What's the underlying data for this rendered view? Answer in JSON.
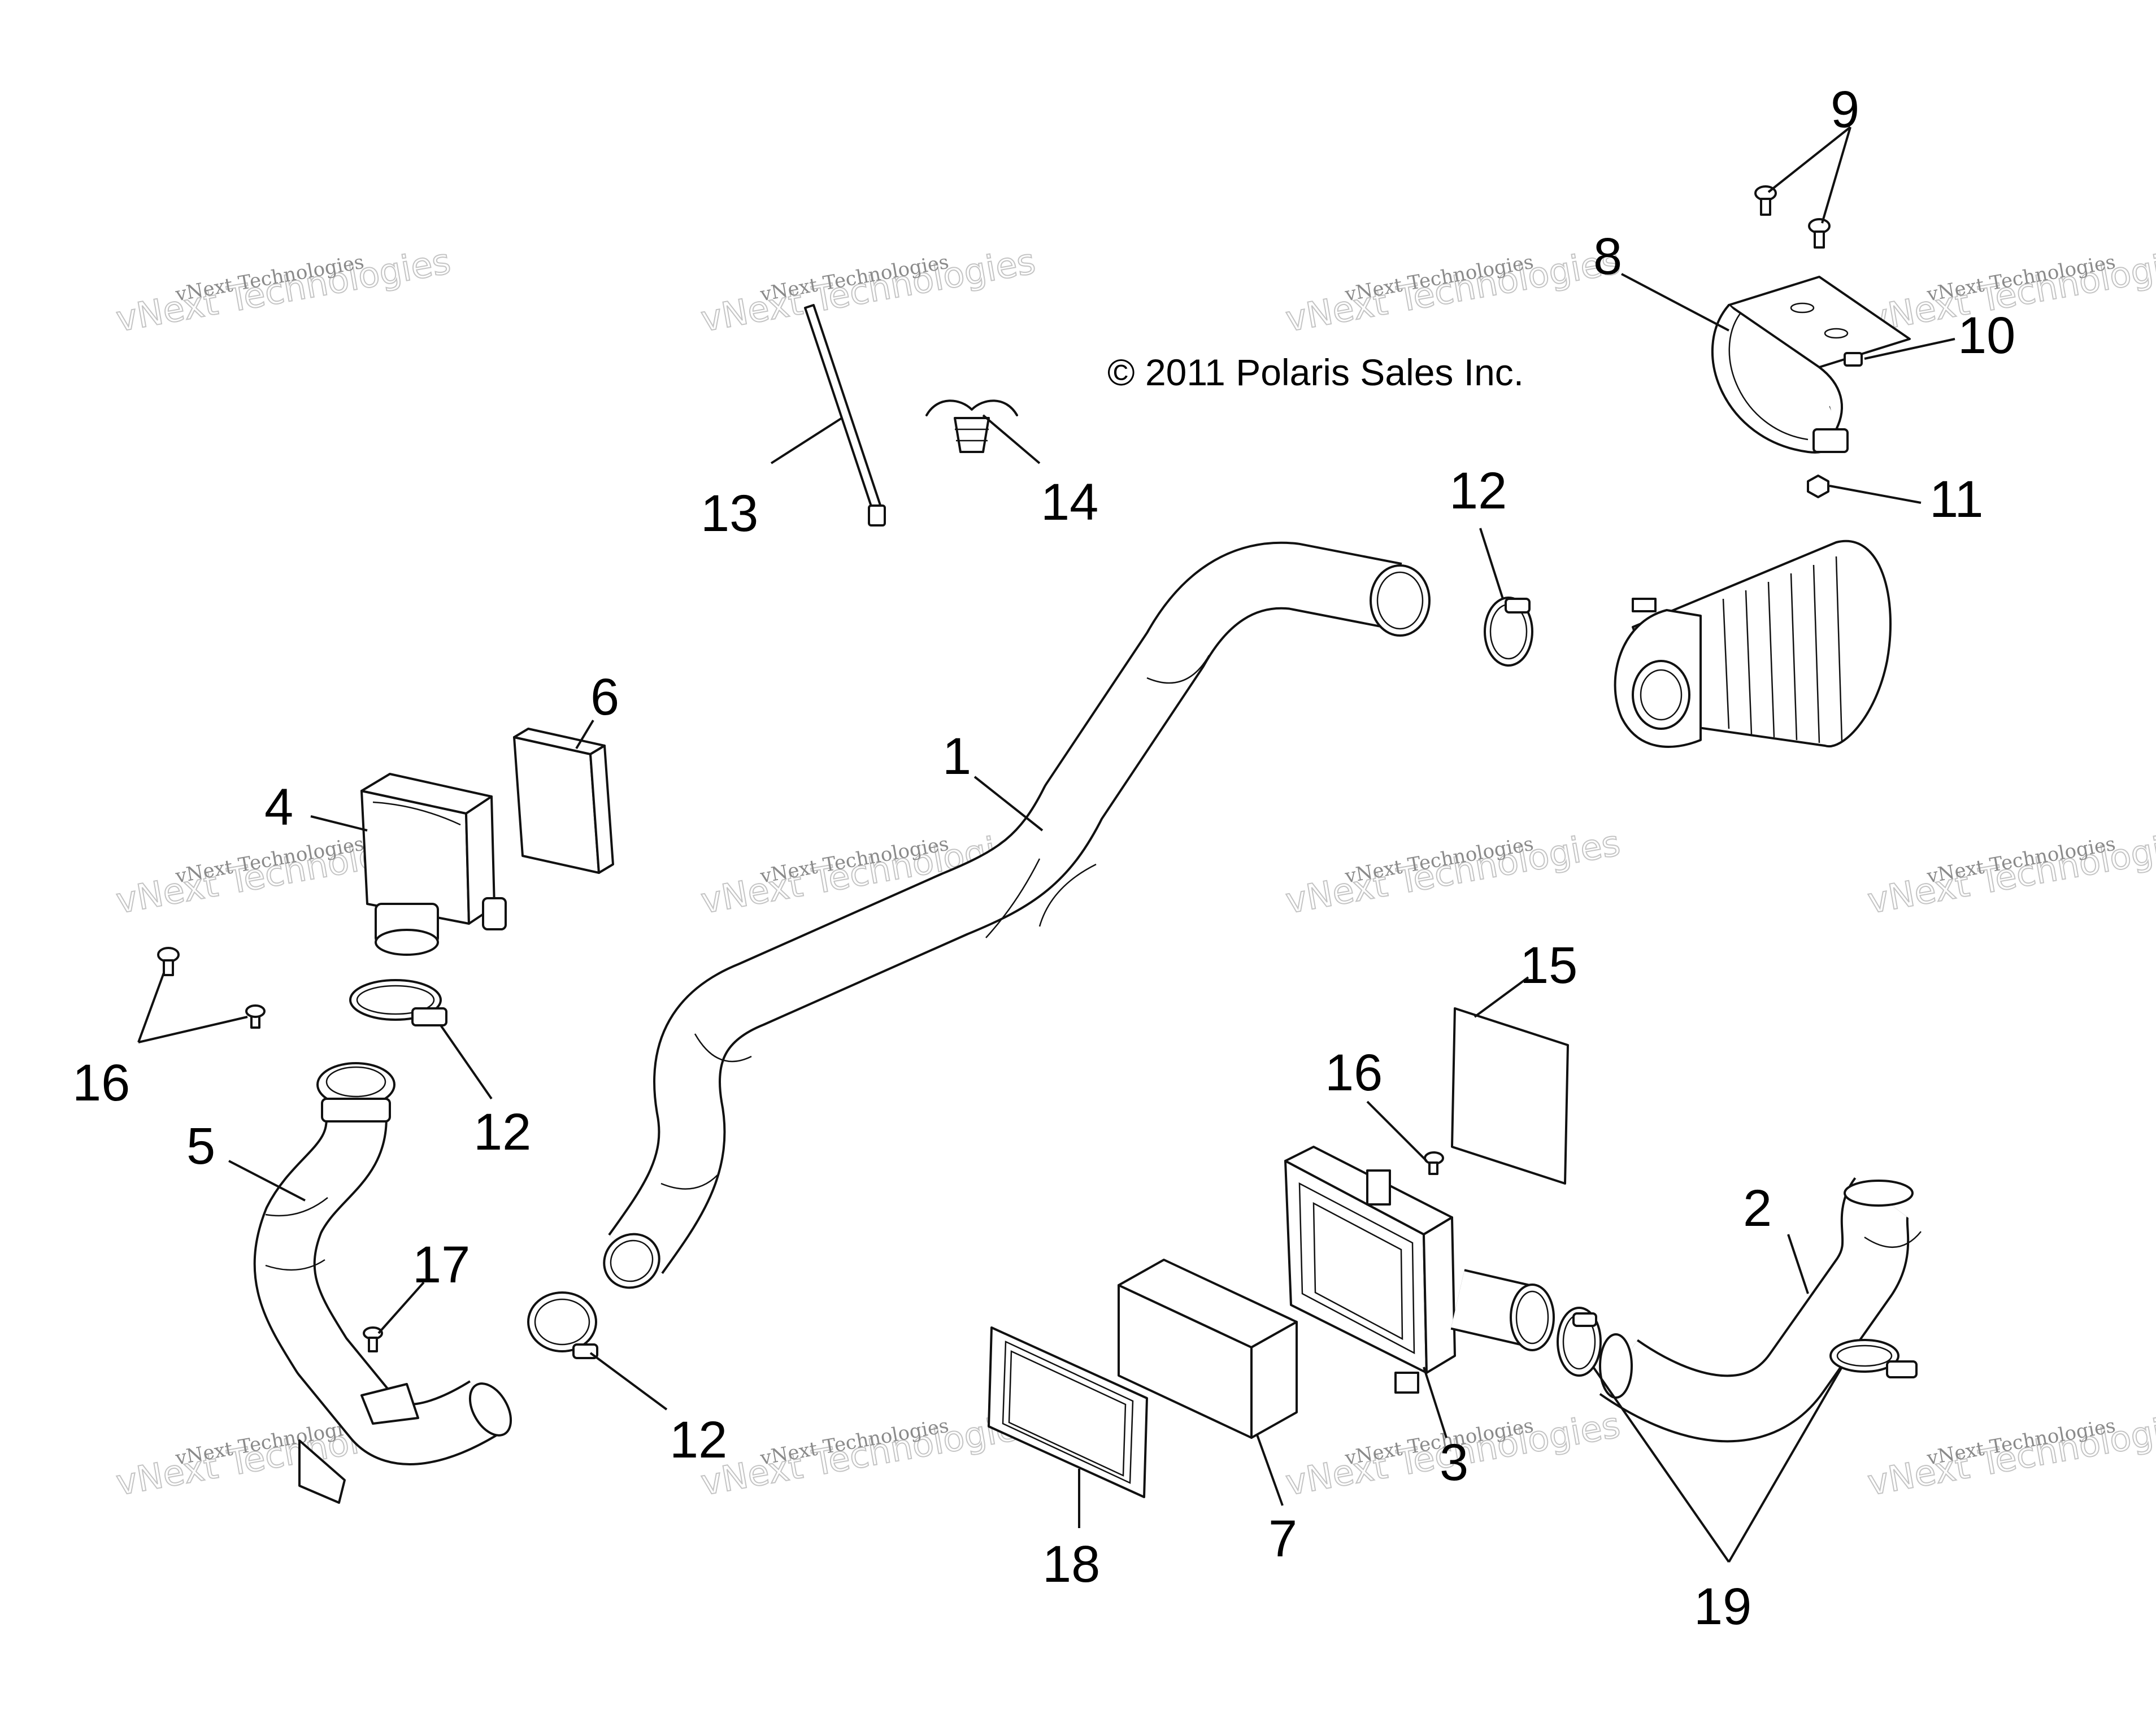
{
  "diagram": {
    "copyright": "© 2011 Polaris Sales Inc.",
    "watermark": {
      "line1": "vNext Technologies",
      "line2": "vNext Technologies"
    },
    "callouts": {
      "c1": "1",
      "c2": "2",
      "c3": "3",
      "c4": "4",
      "c5": "5",
      "c6": "6",
      "c7": "7",
      "c8": "8",
      "c9": "9",
      "c10": "10",
      "c11": "11",
      "c12a": "12",
      "c12b": "12",
      "c12c": "12",
      "c13": "13",
      "c14": "14",
      "c15": "15",
      "c16a": "16",
      "c16b": "16",
      "c17": "17",
      "c18": "18",
      "c19": "19"
    }
  }
}
